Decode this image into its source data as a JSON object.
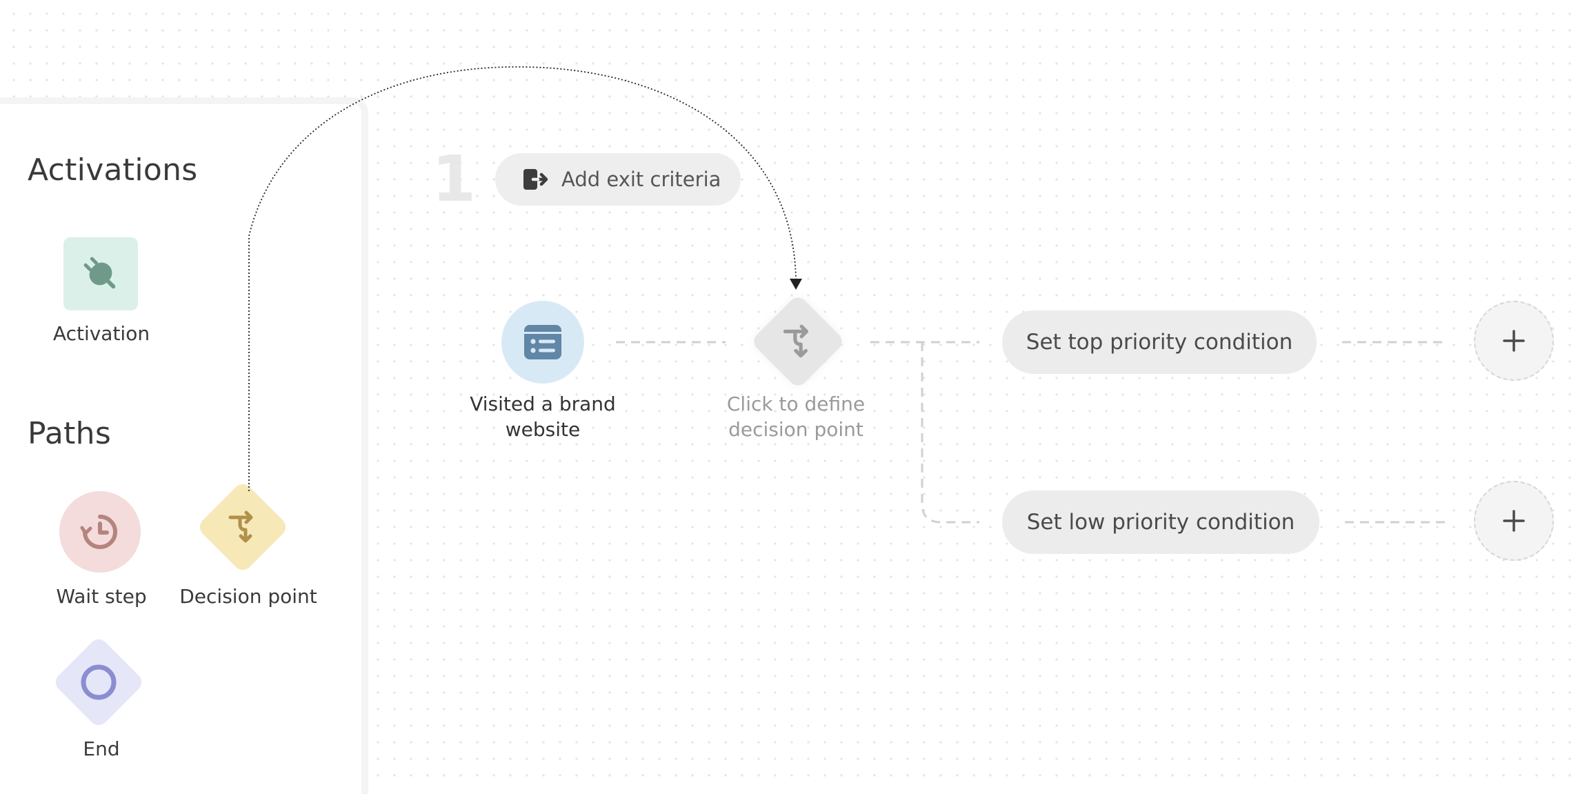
{
  "sidebar": {
    "activations_title": "Activations",
    "activation_label": "Activation",
    "paths_title": "Paths",
    "wait_step_label": "Wait step",
    "decision_point_label": "Decision point",
    "end_label": "End"
  },
  "flow": {
    "step_number": "1",
    "exit_criteria_label": "Add exit criteria",
    "trigger_label_line1": "Visited a brand",
    "trigger_label_line2": "website",
    "decision_label_line1": "Click to define",
    "decision_label_line2": "decision point",
    "top_condition_label": "Set top priority condition",
    "low_condition_label": "Set low priority condition"
  },
  "colors": {
    "activation_tile": "#dcf0ea",
    "activation_icon": "#6f9a8a",
    "wait_tile": "#f4dcdc",
    "wait_icon": "#b5847e",
    "decision_tile": "#f7e8b8",
    "decision_icon": "#b0904a",
    "end_tile": "#e5e6f8",
    "end_icon": "#8a8ed0",
    "trigger_circle": "#d8e9f6",
    "trigger_icon": "#6186a6"
  }
}
